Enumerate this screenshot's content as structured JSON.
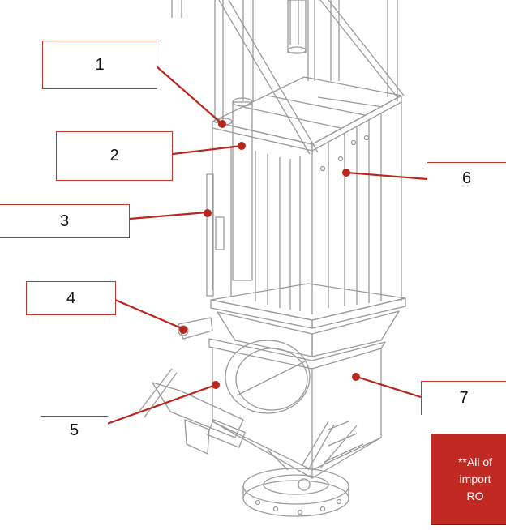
{
  "callouts": [
    {
      "number": "1"
    },
    {
      "number": "2"
    },
    {
      "number": "3"
    },
    {
      "number": "4"
    },
    {
      "number": "5"
    },
    {
      "number": "6"
    },
    {
      "number": "7"
    }
  ],
  "note": {
    "lines": [
      "**All of",
      "import",
      "RO"
    ]
  },
  "colors": {
    "callout_border": "#c0392b",
    "leader_line": "#b8261e",
    "note_background": "#c12a22",
    "drawing_line": "#9a9a9a"
  }
}
